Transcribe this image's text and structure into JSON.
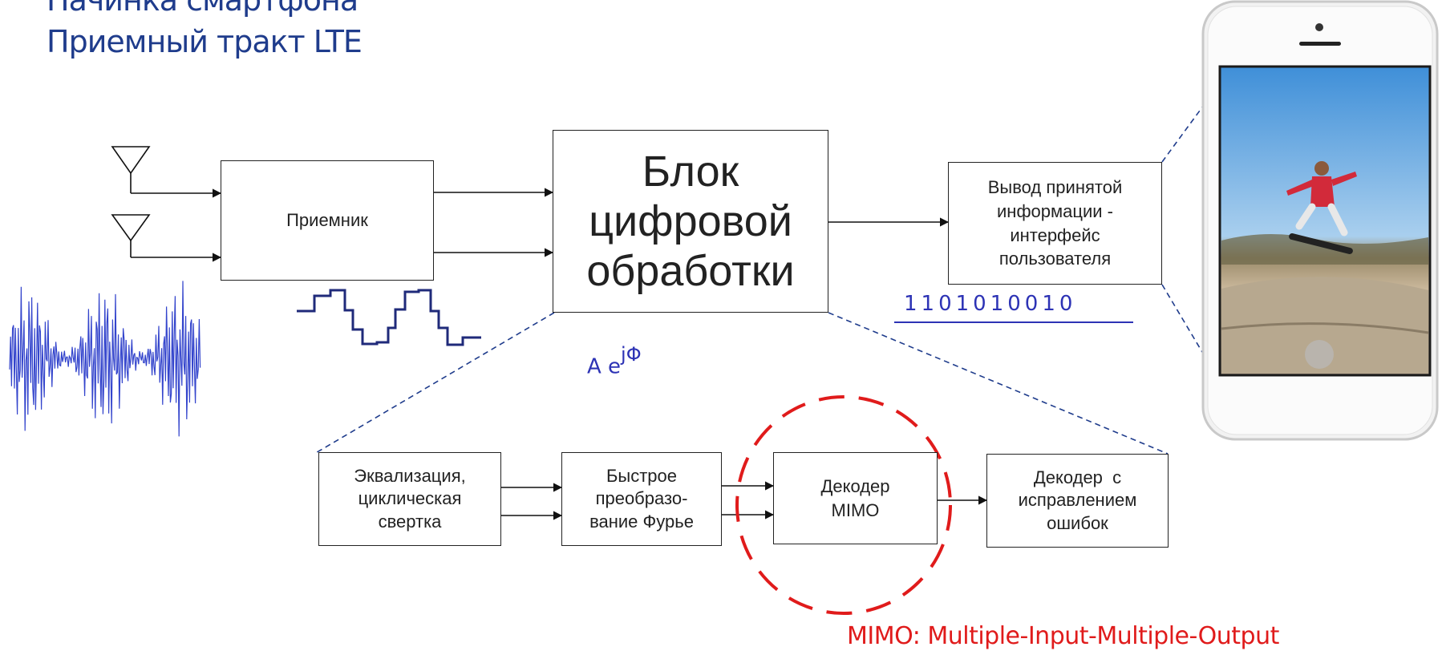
{
  "header": {
    "title_line1": "Начинка смартфона",
    "title_line2": "Приемный тракт LTE"
  },
  "blocks": {
    "receiver": "Приемник",
    "dsp_line1": "Блок",
    "dsp_line2": "цифровой",
    "dsp_line3": "обработки",
    "output_line1": "Вывод принятой",
    "output_line2": "информации -",
    "output_line3": "интерфейс",
    "output_line4": "пользователя"
  },
  "pipeline": {
    "equalization_line1": "Эквализация,",
    "equalization_line2": "циклическая",
    "equalization_line3": "свертка",
    "fft_line1": "Быстрое",
    "fft_line2": "преобразо-",
    "fft_line3": "вание Фурье",
    "mimo_decoder_line1": "Декодер",
    "mimo_decoder_line2": "MIMO",
    "fec_decoder_line1": "Декодер  с",
    "fec_decoder_line2": "исправлением",
    "fec_decoder_line3": "ошибок"
  },
  "annotations": {
    "bits": "1101010010",
    "formula_base": "A e",
    "formula_exponent": "jΦ",
    "mimo_note": "MIMO: Multiple-Input-Multiple-Output"
  },
  "colors": {
    "title": "#1f3c8c",
    "annotation_blue": "#2d33b5",
    "highlight_red": "#e01b1b",
    "waveform_blue": "#3344cc"
  },
  "icons": {
    "antenna": "antenna-icon",
    "phone": "smartphone-icon"
  }
}
